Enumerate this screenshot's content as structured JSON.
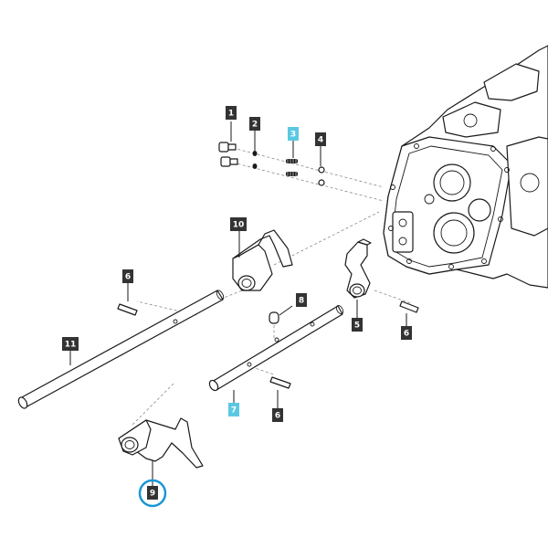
{
  "colors": {
    "callout_default": "#333333",
    "callout_highlight": "#5bc8e3",
    "selection_ring": "#1a96d4",
    "line": "#1a1a1a"
  },
  "callouts": [
    {
      "id": "c1",
      "label": "1",
      "highlight": false
    },
    {
      "id": "c2",
      "label": "2",
      "highlight": false
    },
    {
      "id": "c3",
      "label": "3",
      "highlight": true
    },
    {
      "id": "c4",
      "label": "4",
      "highlight": false
    },
    {
      "id": "c5",
      "label": "5",
      "highlight": false
    },
    {
      "id": "c6a",
      "label": "6",
      "highlight": false
    },
    {
      "id": "c6b",
      "label": "6",
      "highlight": false
    },
    {
      "id": "c6c",
      "label": "6",
      "highlight": false
    },
    {
      "id": "c7",
      "label": "7",
      "highlight": true
    },
    {
      "id": "c8",
      "label": "8",
      "highlight": false
    },
    {
      "id": "c9",
      "label": "9",
      "highlight": false,
      "selected": true
    },
    {
      "id": "c10",
      "label": "10",
      "highlight": false
    },
    {
      "id": "c11",
      "label": "11",
      "highlight": false
    }
  ]
}
